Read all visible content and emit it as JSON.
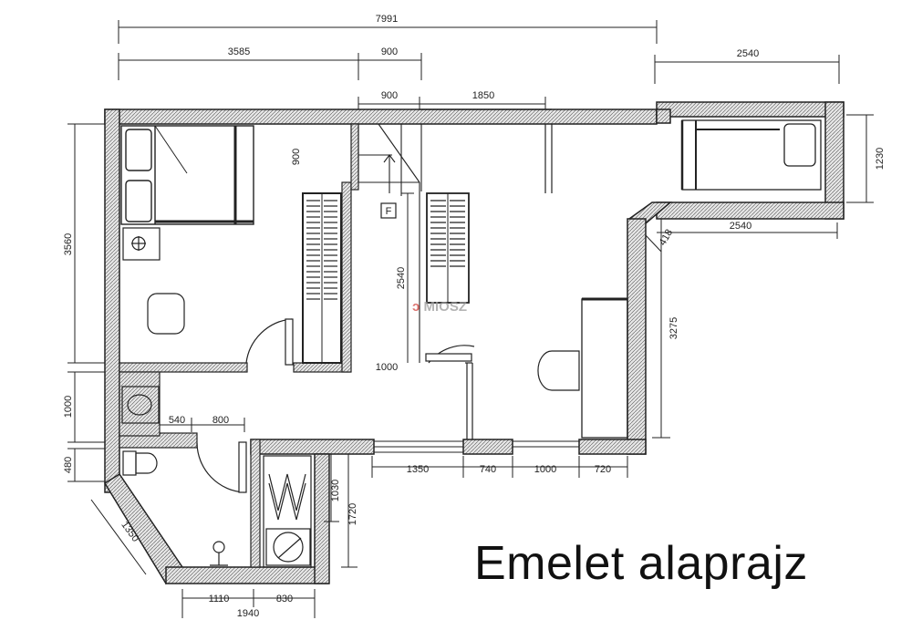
{
  "title": "Emelet alaprajz",
  "watermark": "MIOSZ",
  "colors": {
    "wall": "#d9d9d9",
    "line": "#222222",
    "text": "#111111",
    "accent": "#d0413b"
  },
  "dimensions": {
    "top_total": "7991",
    "top_a": "3585",
    "top_b": "900",
    "top_c": "900",
    "top_d": "1850",
    "top_right": "2540",
    "right_1230": "1230",
    "mid_right_2540": "2540",
    "diag_418": "418",
    "right_3275": "3275",
    "stair_2540": "2540",
    "stair_1000": "1000",
    "left_3560": "3560",
    "left_1000": "1000",
    "left_480": "480",
    "left_900": "900",
    "bottom_540": "540",
    "bottom_800": "800",
    "bottom_1350": "1350",
    "bottom_740": "740",
    "bottom_1000": "1000",
    "bottom_720": "720",
    "vert_1030": "1030",
    "vert_1720": "1720",
    "diag_1350": "1350",
    "bottom_1110": "1110",
    "bottom_830": "830",
    "bottom_1940": "1940"
  },
  "symbols": {
    "fridge_mark": "F"
  }
}
